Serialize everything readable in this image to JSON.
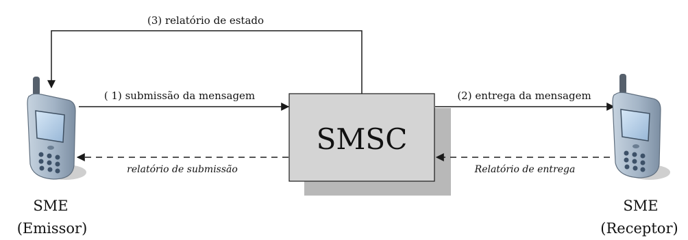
{
  "diagram": {
    "smsc_label": "SMSC",
    "sender": {
      "name": "SME",
      "role": "(Emissor)"
    },
    "receiver": {
      "name": "SME",
      "role": "(Receptor)"
    },
    "arrows": {
      "status_report": "(3) relatório de estado",
      "submission": "( 1) submissão da mensagem",
      "delivery": "(2) entrega da mensagem",
      "submission_report": "relatório de submissão",
      "delivery_report": "Relatório de entrega"
    }
  },
  "colors": {
    "line": "#1a1a1a",
    "smsc_fill": "#d4d4d4",
    "smsc_shadow": "#b8b8b8",
    "phone_body": "#a9b9c9",
    "phone_screen": "#b7d0e8"
  }
}
